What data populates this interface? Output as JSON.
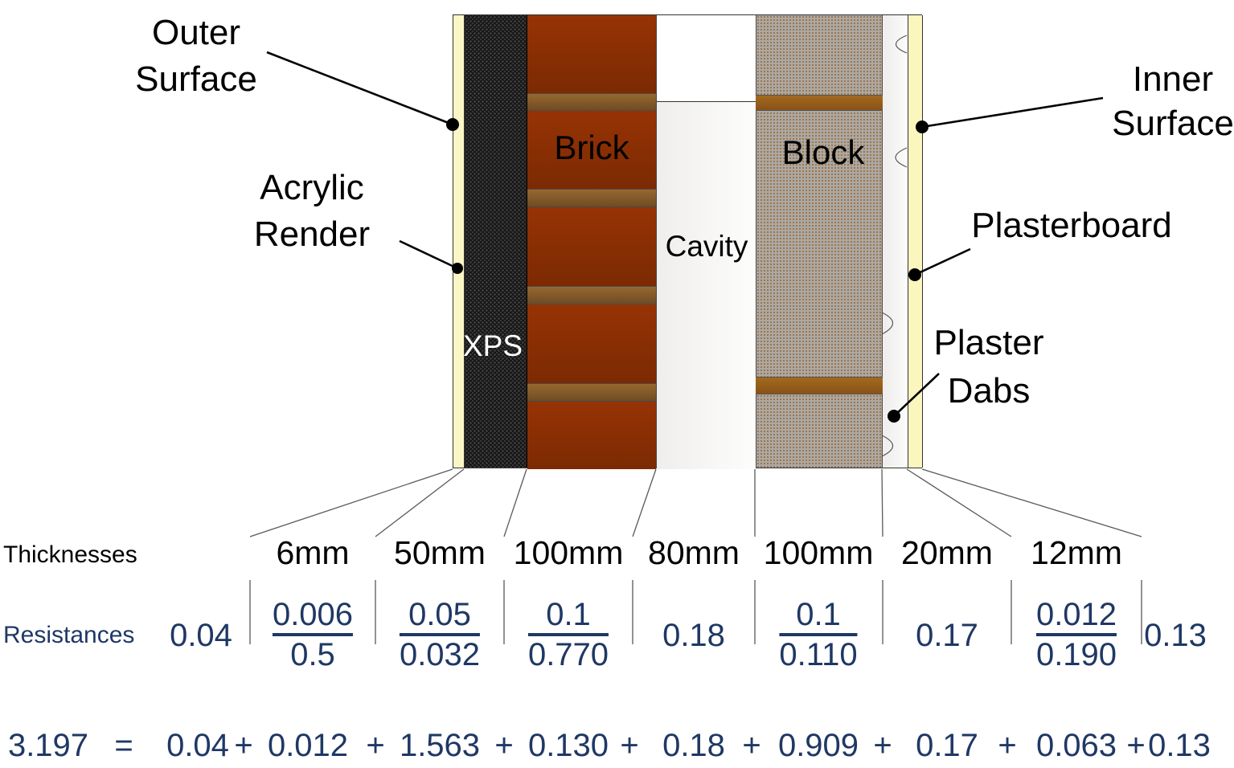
{
  "annotations": {
    "outer_surface": {
      "line1": "Outer",
      "line2": "Surface"
    },
    "acrylic_render": {
      "line1": "Acrylic",
      "line2": "Render"
    },
    "inner_surface": {
      "line1": "Inner",
      "line2": "Surface"
    },
    "plasterboard": {
      "label": "Plasterboard"
    },
    "plaster_dabs": {
      "line1": "Plaster",
      "line2": "Dabs"
    }
  },
  "layers": {
    "xps": "XPS",
    "brick": "Brick",
    "cavity": "Cavity",
    "block": "Block"
  },
  "thicknesses": {
    "row_label": "Thicknesses",
    "values": [
      "6mm",
      "50mm",
      "100mm",
      "80mm",
      "100mm",
      "20mm",
      "12mm"
    ]
  },
  "resistances": {
    "row_label": "Resistances",
    "outer_surface": "0.04",
    "render_num": "0.006",
    "render_den": "0.5",
    "xps_num": "0.05",
    "xps_den": "0.032",
    "brick_num": "0.1",
    "brick_den": "0.770",
    "cavity": "0.18",
    "block_num": "0.1",
    "block_den": "0.110",
    "dabs": "0.17",
    "plasterboard_num": "0.012",
    "plasterboard_den": "0.190",
    "inner_surface": "0.13"
  },
  "sum": {
    "total": "3.197",
    "equals": "=",
    "plus": "+",
    "terms": [
      "0.04",
      "0.012",
      "1.563",
      "0.130",
      "0.18",
      "0.909",
      "0.17",
      "0.063",
      "0.13"
    ]
  },
  "colors": {
    "navy": "#1F3864",
    "render_yellow": "#FBF7C5",
    "plasterboard_yellow": "#FAF6BD",
    "brick_red_top": "#963305",
    "brick_red_bottom": "#7C2A03",
    "mortar_top": "#97682F",
    "mortar_bottom": "#6F4C25",
    "block_gray": "#ACA9A4",
    "block_band_top": "#A2691F",
    "block_band_bottom": "#8A5217",
    "xps_black": "#161616"
  }
}
